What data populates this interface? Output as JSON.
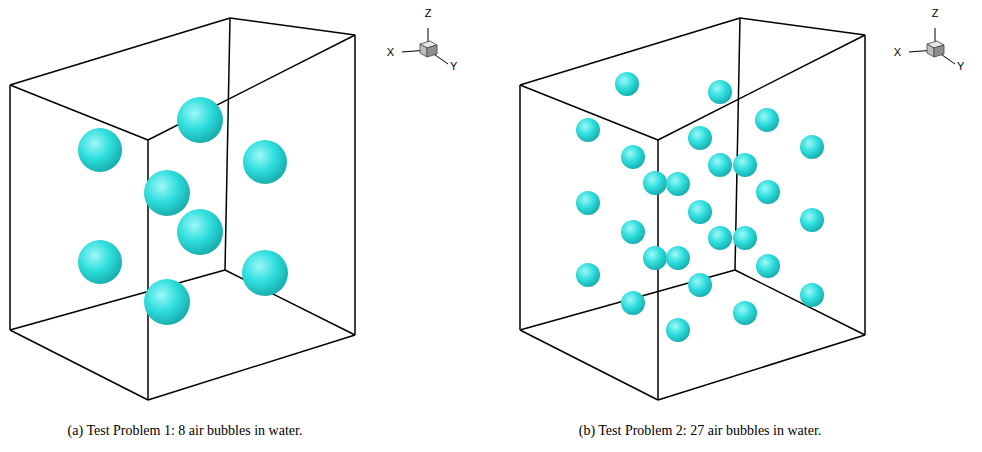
{
  "diagram": {
    "labels": [
      "Z",
      "X",
      "Y",
      "(a) Test Problem 1: 8 air bubbles in water.",
      "Z",
      "X",
      "Y",
      "(b) Test Problem 2: 27 air bubbles in water."
    ]
  }
}
